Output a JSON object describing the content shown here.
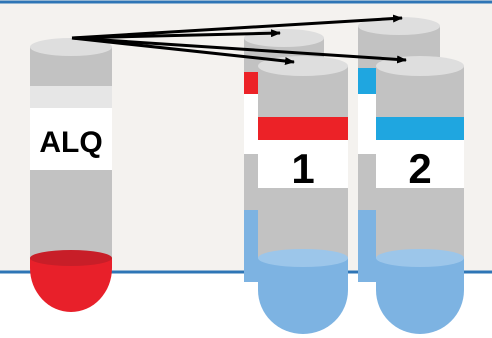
{
  "diagram": {
    "source_tube": {
      "label": "ALQ",
      "liquid_color": "#e8202a",
      "body_color": "#bdbdbd",
      "band_color": "#e6e6e6"
    },
    "tubes": [
      {
        "label": "1",
        "cap_color": "#ec2227",
        "liquid_color": "#7db3e2"
      },
      {
        "label": "2",
        "cap_color": "#1fa6e0",
        "liquid_color": "#7db3e2"
      }
    ],
    "colors": {
      "panel": "#f4f2ef",
      "panel_border": "#2e75b6",
      "arrow": "#000000",
      "tube_body": "#c2c2c2",
      "tube_top": "#dedede"
    }
  }
}
